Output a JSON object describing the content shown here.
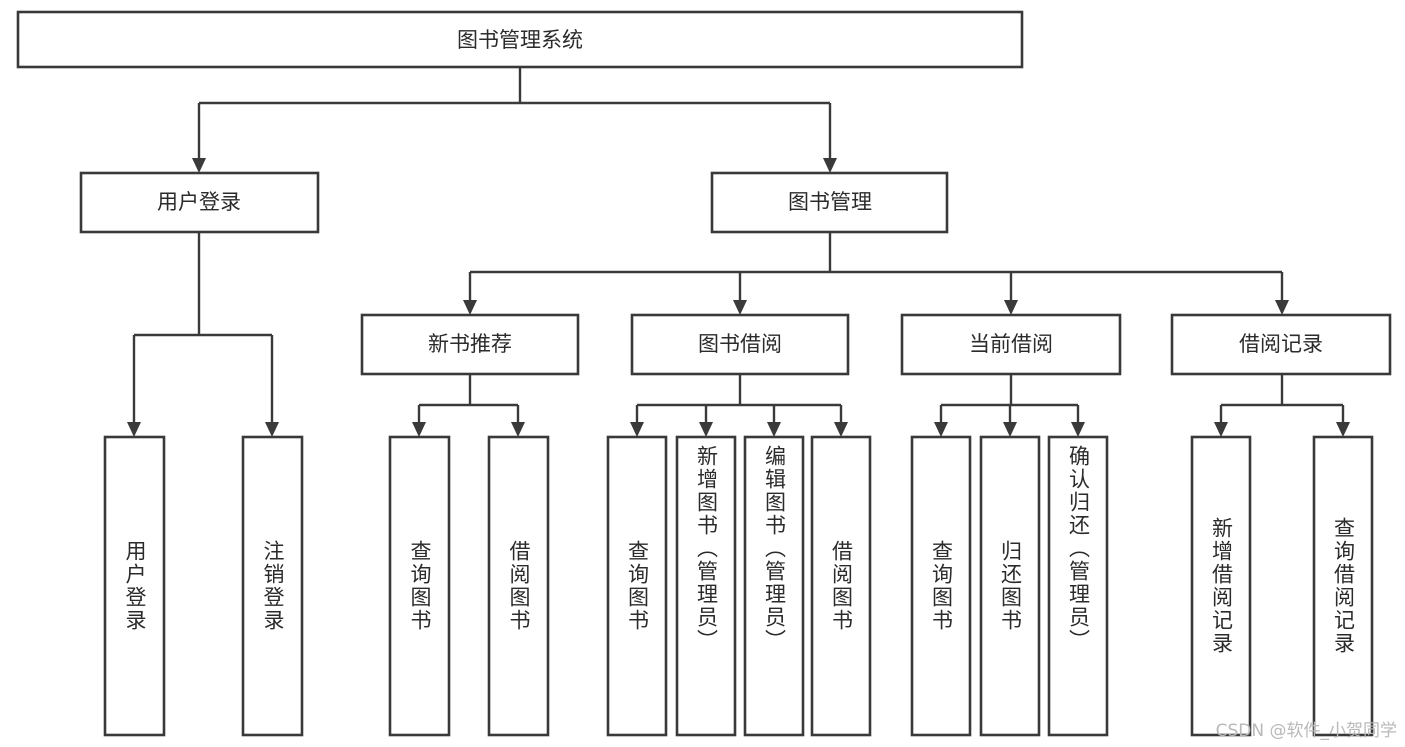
{
  "diagram": {
    "title": "图书管理系统",
    "type": "tree",
    "orientation": "top-down",
    "box_fill": "#ffffff",
    "box_stroke": "#393939",
    "edge_color": "#3a3a3a",
    "text_color": "#2b2b2b",
    "background": "#ffffff"
  },
  "nodes": {
    "root": {
      "label": "图书管理系统"
    },
    "level2": [
      {
        "label": "用户登录"
      },
      {
        "label": "图书管理"
      }
    ],
    "level3": [
      {
        "label": "新书推荐"
      },
      {
        "label": "图书借阅"
      },
      {
        "label": "当前借阅"
      },
      {
        "label": "借阅记录"
      }
    ],
    "leaves": {
      "user_login": [
        {
          "label": "用户登录"
        },
        {
          "label": "注销登录"
        }
      ],
      "new_book": [
        {
          "label": "查询图书"
        },
        {
          "label": "借阅图书"
        }
      ],
      "book_borrow": [
        {
          "label": "查询图书"
        },
        {
          "label": "新增图书（管理员）"
        },
        {
          "label": "编辑图书（管理员）"
        },
        {
          "label": "借阅图书"
        }
      ],
      "current_borrow": [
        {
          "label": "查询图书"
        },
        {
          "label": "归还图书"
        },
        {
          "label": "确认归还（管理员）"
        }
      ],
      "borrow_record": [
        {
          "label": "新增借阅记录"
        },
        {
          "label": "查询借阅记录"
        }
      ]
    }
  },
  "watermark": {
    "text": "CSDN @软件_小贺同学"
  }
}
